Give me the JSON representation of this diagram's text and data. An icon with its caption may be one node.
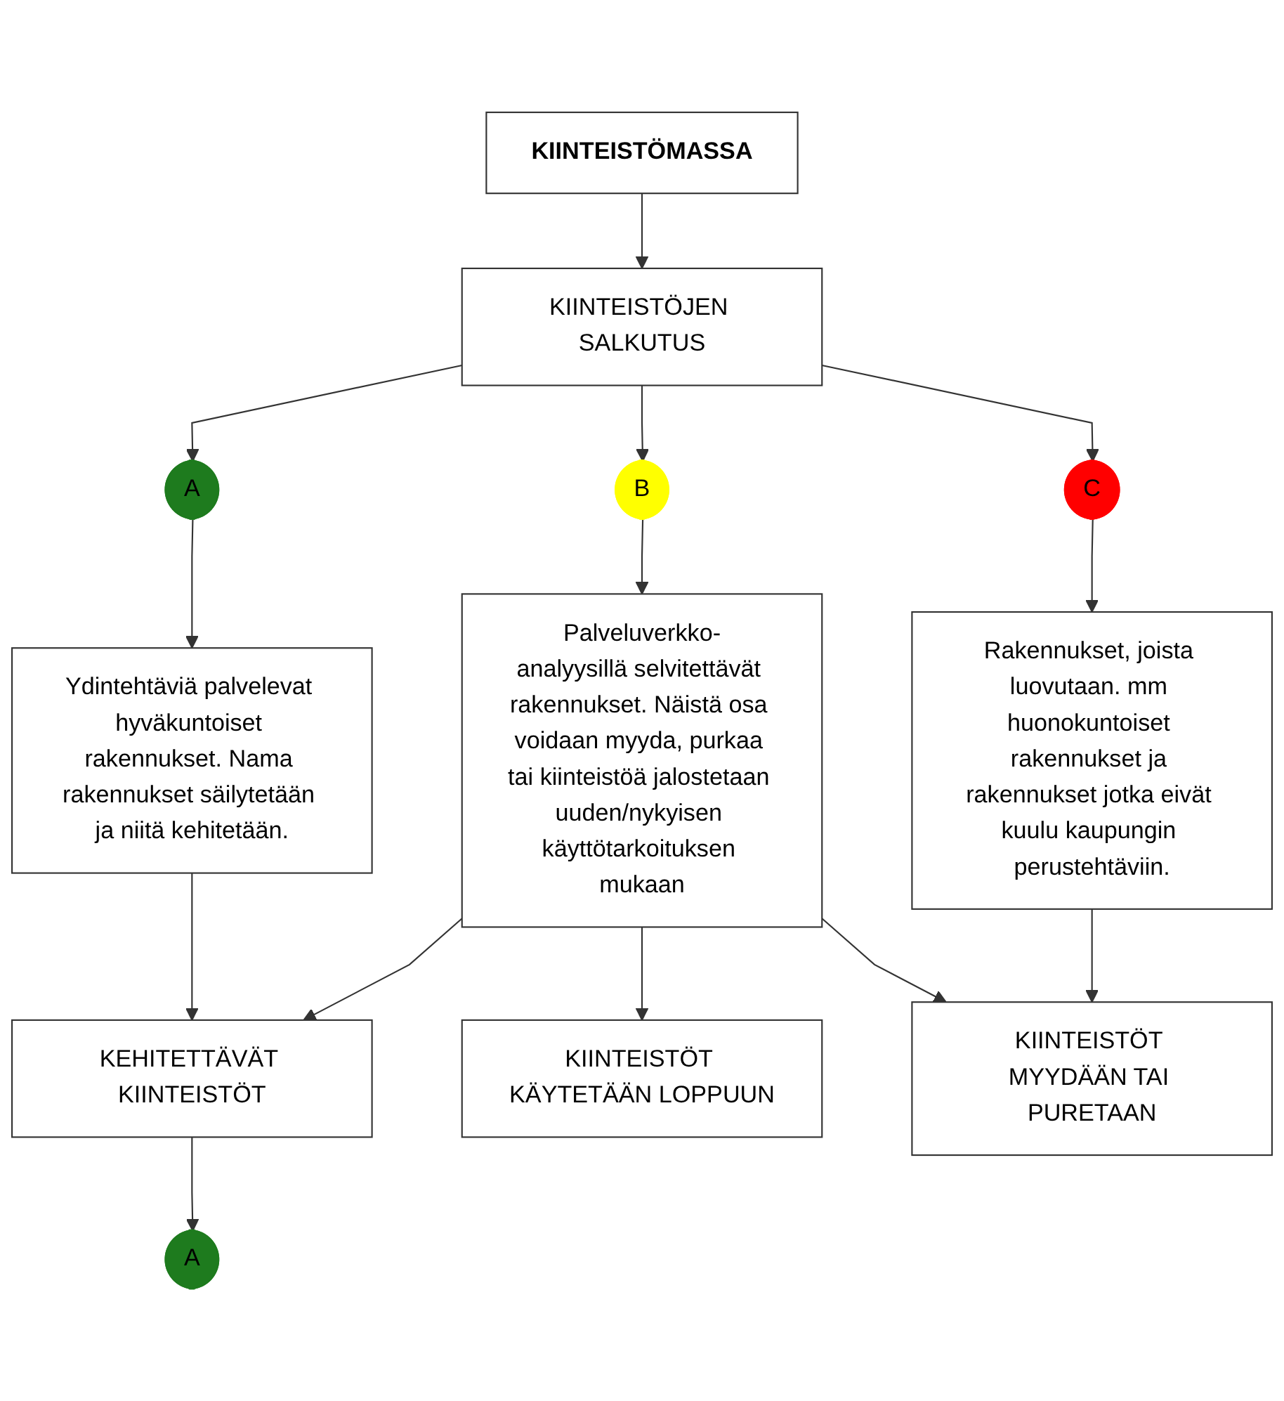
{
  "diagram": {
    "nodes": [
      {
        "text": [
          "KIINTEISTÖMASSA"
        ]
      },
      {
        "text": [
          "KIINTEISTÖJEN SALKUTUS"
        ]
      },
      {
        "text": [
          "A"
        ]
      },
      {
        "text": [
          "B"
        ]
      },
      {
        "text": [
          "C"
        ]
      },
      {
        "text": [
          "Ydintehtäviä palvelevat hyväkuntoiset rakennukset. Nama rakennukset säilytetään ja niitä kehitetään."
        ]
      },
      {
        "text": [
          "Palveluverkko-analyysillä selvitettävät rakennukset. Näistä osa voidaan myyda, purkaa tai kiinteistöä jalostetaan uuden/nykyisen käyttötarkoituksen mukaan"
        ]
      },
      {
        "text": [
          "Rakennukset, joista luovutaan. mm huonokuntoiset rakennukset ja rakennukset jotka eivät kuulu kaupungin perustehtäviin."
        ]
      },
      {
        "text": [
          "KEHITETTÄVÄT KIINTEISTÖT"
        ]
      },
      {
        "text": [
          "KIINTEISTÖT KÄYTETÄÄN LOPPUUN"
        ]
      },
      {
        "text": [
          "A"
        ]
      },
      {
        "text": [
          "KIINTEISTÖT MYYDÄÄN TAI PURETAAN"
        ]
      }
    ],
    "edges": [
      {
        "from": 0,
        "to": 1,
        "arrow": "to"
      },
      {
        "from": 1,
        "to": 2,
        "arrow": "to"
      },
      {
        "from": 1,
        "to": 3,
        "arrow": "to"
      },
      {
        "from": 1,
        "to": 4,
        "arrow": "to"
      },
      {
        "from": 2,
        "to": 5,
        "arrow": "to"
      },
      {
        "from": 3,
        "to": 6,
        "arrow": "to"
      },
      {
        "from": 4,
        "to": 7,
        "arrow": "to"
      },
      {
        "from": 5,
        "to": 8,
        "arrow": "to"
      },
      {
        "from": 6,
        "to": 8,
        "arrow": "to"
      },
      {
        "from": 6,
        "to": 9,
        "arrow": "to"
      },
      {
        "from": 6,
        "to": 11,
        "arrow": "to"
      },
      {
        "from": 7,
        "to": 11,
        "arrow": "to"
      },
      {
        "from": 8,
        "to": 10,
        "arrow": "to"
      }
    ]
  }
}
